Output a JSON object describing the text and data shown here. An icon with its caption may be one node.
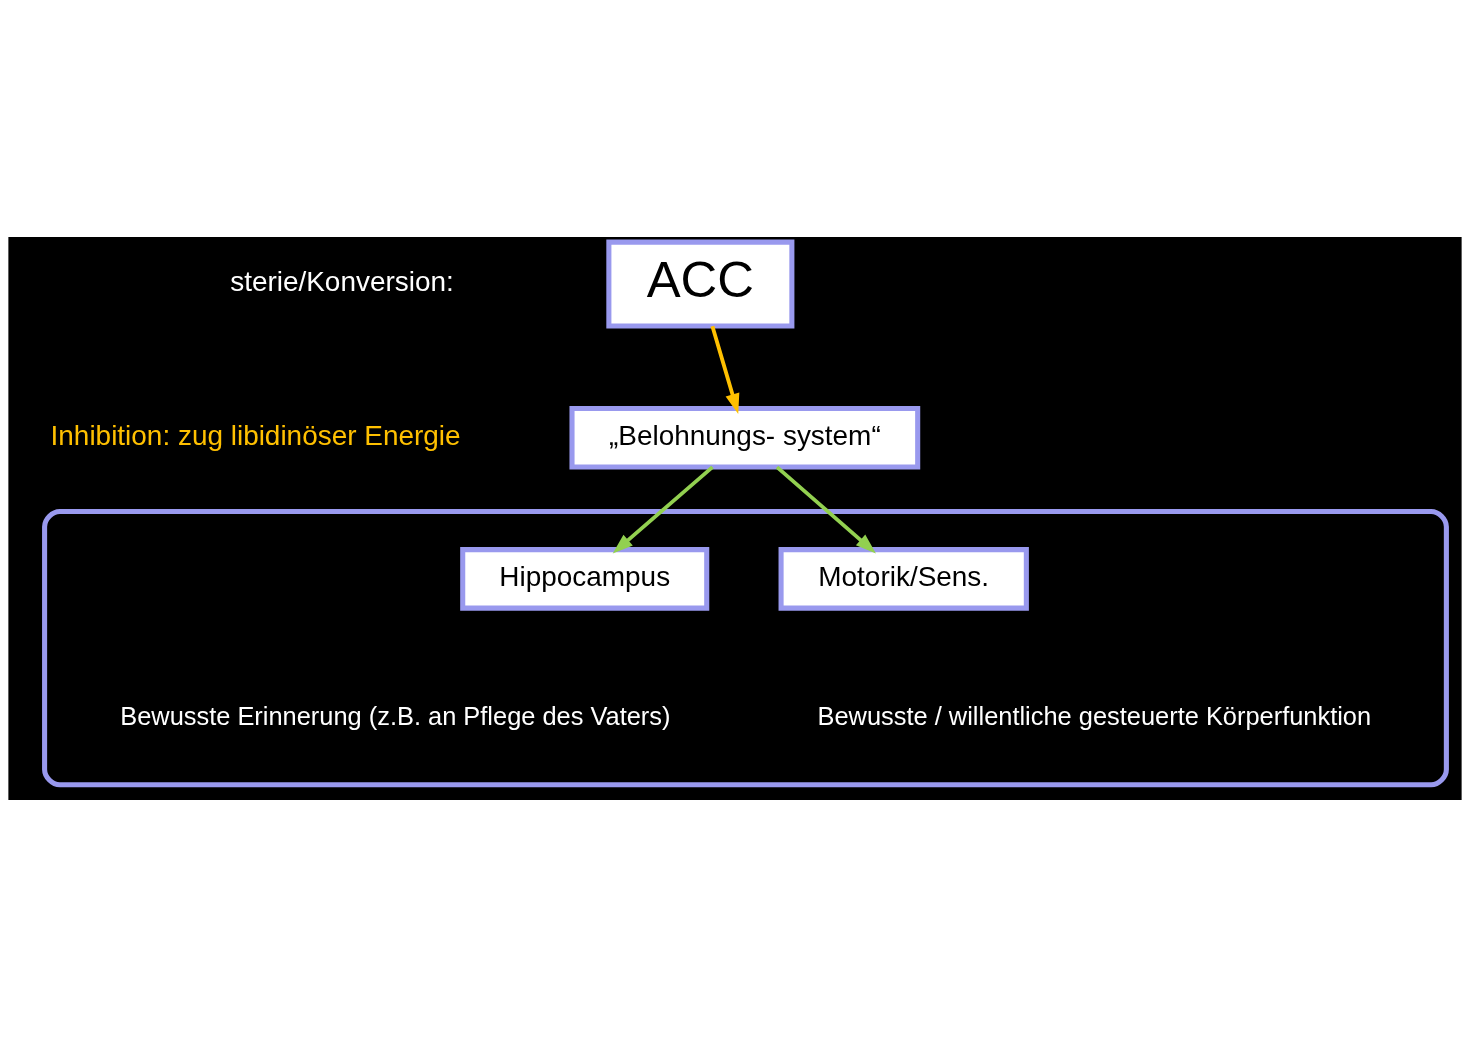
{
  "diagram": {
    "nodes": [
      {
        "text": [
          "ACC"
        ]
      },
      {
        "text": [
          "„Belohnungs- system“"
        ]
      },
      {
        "text": [],
        "shape": "ellipse"
      },
      {
        "text": [
          "Hippocampus"
        ],
        "in": 2,
        "beside": [
          "Bewusste Erinnerung (z.B. an Pflege des Vaters)"
        ]
      },
      {
        "text": [
          "Motorik/Sens."
        ],
        "in": 2,
        "beside": [
          "Bewusste / willentliche gesteuerte Körperfunktion"
        ]
      }
    ],
    "edges": [
      {
        "from": 0,
        "to": 1,
        "arrow": "to",
        "color": "#ffc000"
      },
      {
        "from": 1,
        "to": 3,
        "arrow": "to"
      },
      {
        "from": 1,
        "to": 4,
        "arrow": "to"
      }
    ],
    "labels": [
      "sterie/Konversion:",
      "Inhibition: zug libidinöser Energie"
    ]
  }
}
